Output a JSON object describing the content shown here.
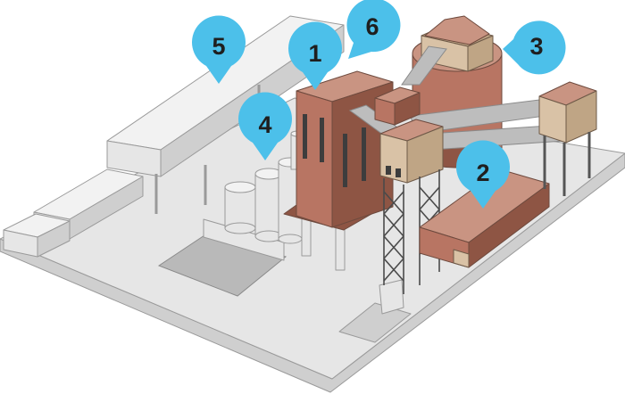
{
  "markers": [
    {
      "id": "marker-1",
      "label": "1"
    },
    {
      "id": "marker-2",
      "label": "2"
    },
    {
      "id": "marker-3",
      "label": "3"
    },
    {
      "id": "marker-4",
      "label": "4"
    },
    {
      "id": "marker-5",
      "label": "5"
    },
    {
      "id": "marker-6",
      "label": "6"
    }
  ],
  "colors": {
    "marker_fill": "#4cc0ea",
    "building_brown": "#b87563",
    "building_tan": "#d9c2a6",
    "ground": "#e6e6e6"
  }
}
